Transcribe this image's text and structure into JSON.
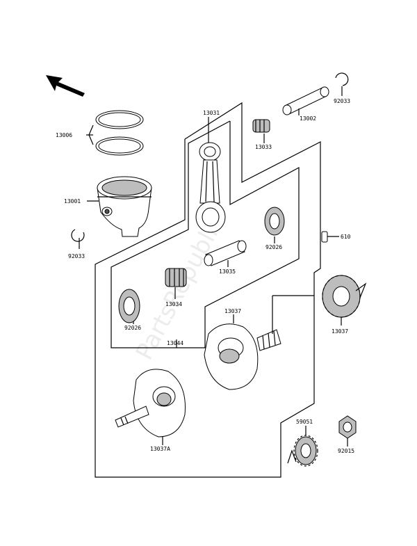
{
  "watermark": "PartsRepublik",
  "parts": {
    "p13031": "13031",
    "p13002": "13002",
    "p92033_top": "92033",
    "p13006": "13006",
    "p13033": "13033",
    "p13001": "13001",
    "p92026_right": "92026",
    "p92033_left": "92033",
    "p610": "610",
    "p13035": "13035",
    "p13034": "13034",
    "p13037_gear": "13037",
    "p92026_left": "92026",
    "p13037": "13037",
    "p13044": "13044",
    "p59051": "59051",
    "p92015": "92015",
    "p13037A": "13037A"
  }
}
